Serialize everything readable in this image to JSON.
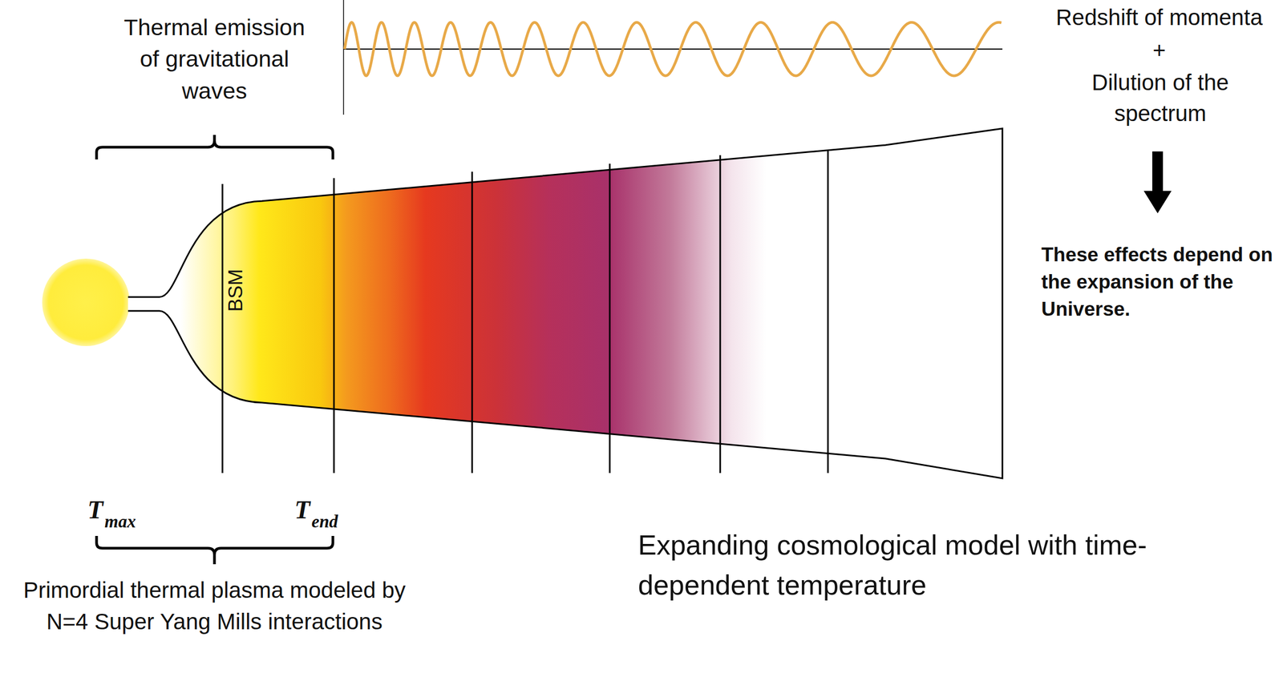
{
  "diagram": {
    "labels": [
      "Thermal emission of gravitational waves",
      "Redshift of momenta",
      "+",
      "Dilution of the spectrum",
      "These effects depend on the expansion of the Universe.",
      "BSM",
      "T",
      "max",
      "T",
      "end",
      "Primordial thermal plasma modeled by N=4 Super Yang Mills interactions",
      "Expanding cosmological model with time-dependent temperature"
    ]
  }
}
